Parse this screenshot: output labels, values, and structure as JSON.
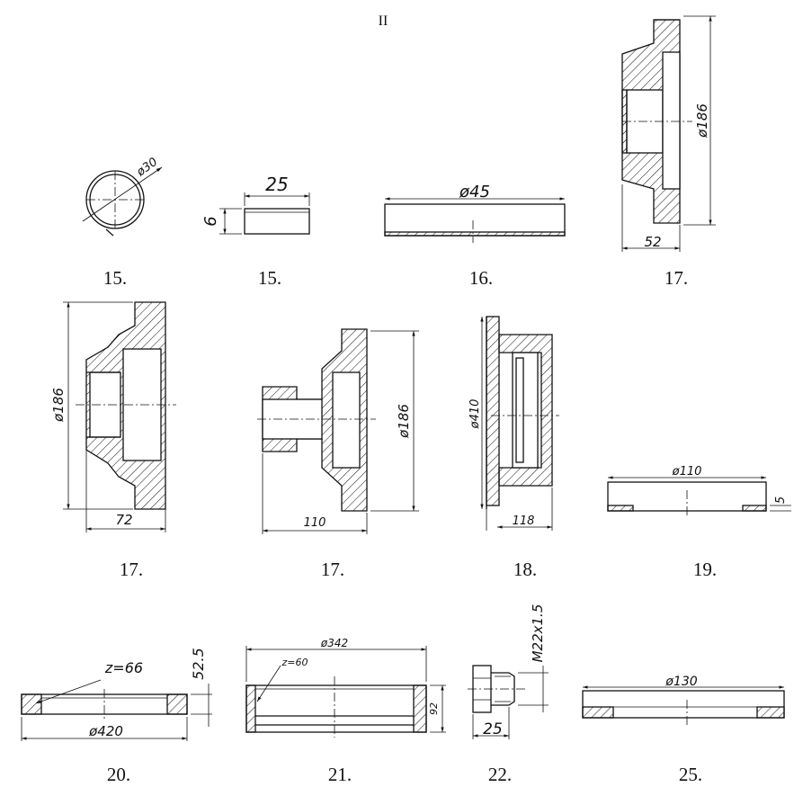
{
  "sheet": {
    "marker": "II"
  },
  "colors": {
    "line": "#111111",
    "paper": "#ffffff"
  },
  "figures": [
    {
      "id": "fig-15a",
      "caption": "15.",
      "dims": {
        "diameter": "ø30"
      }
    },
    {
      "id": "fig-15b",
      "caption": "15.",
      "dims": {
        "width": "25",
        "height": "6"
      }
    },
    {
      "id": "fig-16",
      "caption": "16.",
      "dims": {
        "diameter": "ø45"
      }
    },
    {
      "id": "fig-17a",
      "caption": "17.",
      "dims": {
        "diameter": "ø186",
        "length": "52"
      }
    },
    {
      "id": "fig-17b",
      "caption": "17.",
      "dims": {
        "diameter": "ø186",
        "length": "72"
      }
    },
    {
      "id": "fig-17c",
      "caption": "17.",
      "dims": {
        "diameter": "ø186",
        "length": "110"
      }
    },
    {
      "id": "fig-18",
      "caption": "18.",
      "dims": {
        "diameter": "ø410",
        "length": "118"
      }
    },
    {
      "id": "fig-19",
      "caption": "19.",
      "dims": {
        "diameter": "ø110",
        "thickness": "5"
      }
    },
    {
      "id": "fig-20",
      "caption": "20.",
      "dims": {
        "teeth": "z=66",
        "height": "52.5",
        "diameter": "ø420"
      }
    },
    {
      "id": "fig-21",
      "caption": "21.",
      "dims": {
        "teeth": "z=60",
        "diameter": "ø342",
        "height": "92"
      }
    },
    {
      "id": "fig-22",
      "caption": "22.",
      "dims": {
        "thread": "M22x1.5",
        "length": "25"
      }
    },
    {
      "id": "fig-25",
      "caption": "25.",
      "dims": {
        "diameter": "ø130"
      }
    }
  ]
}
